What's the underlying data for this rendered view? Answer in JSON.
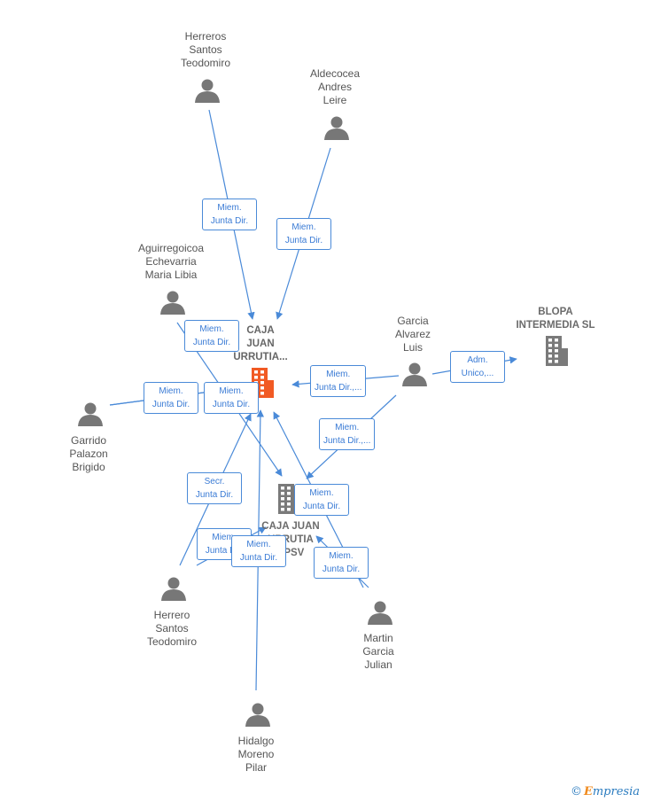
{
  "colors": {
    "edge": "#4a8ad8",
    "person": "#777777",
    "company_main": "#f15a24",
    "company": "#7a7a7a"
  },
  "nodes": [
    {
      "id": "herreros",
      "type": "person",
      "label": "Herreros\nSantos\nTeodomiro",
      "icon": "person-icon"
    },
    {
      "id": "aldecocea",
      "type": "person",
      "label": "Aldecocea\nAndres\nLeire",
      "icon": "person-icon"
    },
    {
      "id": "aguirregoicoa",
      "type": "person",
      "label": "Aguirregoicoa\nEchevarria\nMaria Libia",
      "icon": "person-icon"
    },
    {
      "id": "caja_main",
      "type": "company_main",
      "label": "CAJA\nJUAN\nURRUTIA...",
      "icon": "building-icon"
    },
    {
      "id": "garcia",
      "type": "person",
      "label": "Garcia\nAlvarez\nLuis",
      "icon": "person-icon"
    },
    {
      "id": "blopa",
      "type": "company",
      "label": "BLOPA\nINTERMEDIA SL",
      "icon": "building-icon"
    },
    {
      "id": "garrido",
      "type": "person",
      "label": "Garrido\nPalazon\nBrigido",
      "icon": "person-icon"
    },
    {
      "id": "caja_epsv",
      "type": "company",
      "label": "CAJA JUAN\nURRUTIA\nEPSV",
      "icon": "building-icon"
    },
    {
      "id": "herrero",
      "type": "person",
      "label": "Herrero\nSantos\nTeodomiro",
      "icon": "person-icon"
    },
    {
      "id": "martin",
      "type": "person",
      "label": "Martin\nGarcia\nJulian",
      "icon": "person-icon"
    },
    {
      "id": "hidalgo",
      "type": "person",
      "label": "Hidalgo\nMoreno\nPilar",
      "icon": "person-icon"
    }
  ],
  "edges": [
    {
      "from": "herreros",
      "to": "caja_main",
      "label": "Miem.\nJunta Dir."
    },
    {
      "from": "aldecocea",
      "to": "caja_main",
      "label": "Miem.\nJunta Dir."
    },
    {
      "from": "aguirregoicoa",
      "to": "caja_epsv",
      "label": "Miem.\nJunta Dir."
    },
    {
      "from": "garcia",
      "to": "caja_main",
      "label": "Miem.\nJunta Dir.,..."
    },
    {
      "from": "garcia",
      "to": "blopa",
      "label": "Adm.\nUnico,..."
    },
    {
      "from": "garcia",
      "to": "caja_epsv",
      "label": "Miem.\nJunta Dir.,..."
    },
    {
      "from": "garrido",
      "to": "caja_main",
      "label": "Miem.\nJunta Dir."
    },
    {
      "from": "garrido",
      "to": "caja_epsv",
      "label": "Miem.\nJunta Dir."
    },
    {
      "from": "herrero",
      "to": "caja_main",
      "label": "Secr.\nJunta Dir."
    },
    {
      "from": "herrero",
      "to": "caja_epsv",
      "label": "Miem.\nJunta Dir."
    },
    {
      "from": "martin",
      "to": "caja_main",
      "label": "Miem.\nJunta Dir."
    },
    {
      "from": "martin",
      "to": "caja_epsv",
      "label": "Miem.\nJunta Dir."
    },
    {
      "from": "hidalgo",
      "to": "caja_main",
      "label": "Miem.\nJunta Dir."
    }
  ],
  "brand": {
    "copyright": "©",
    "initial": "E",
    "name": "mpresia"
  }
}
